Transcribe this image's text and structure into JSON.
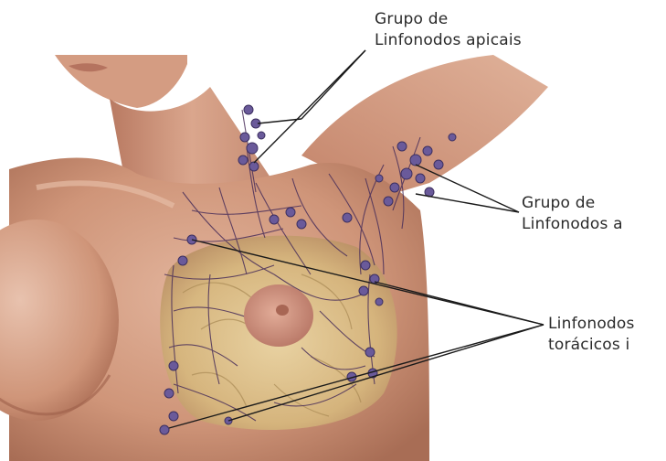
{
  "labels": {
    "apicais": {
      "line1": "Grupo de",
      "line2": "Linfonodos apicais"
    },
    "axilares": {
      "line1": "Grupo de",
      "line2": "Linfonodos a"
    },
    "toracicos": {
      "line1": "Linfonodos",
      "line2": "torácicos i"
    }
  },
  "colors": {
    "skin": "#d7a086",
    "skin_shadow": "#b97a62",
    "breast_tissue": "#d9be84",
    "vessels": "#4a2f5a",
    "nodes": "#6a5a9a",
    "leader_lines": "#1a1a1a",
    "label_text": "#2a2a2a"
  }
}
